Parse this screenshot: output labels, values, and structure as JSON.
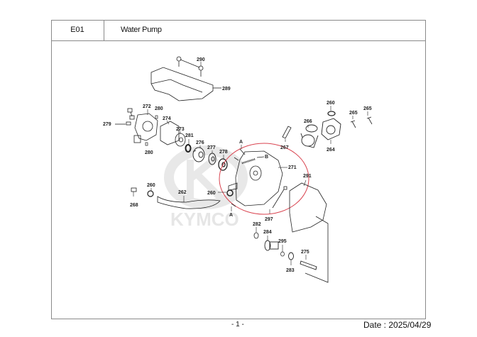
{
  "header": {
    "section_code": "E01",
    "title": "Water Pump"
  },
  "diagram": {
    "watermark_text": "KYMCO",
    "highlight_color": "#d9434f",
    "callouts": [
      {
        "id": "290",
        "label": "290"
      },
      {
        "id": "289",
        "label": "289"
      },
      {
        "id": "272",
        "label": "272"
      },
      {
        "id": "280a",
        "label": "280"
      },
      {
        "id": "274",
        "label": "274"
      },
      {
        "id": "279",
        "label": "279"
      },
      {
        "id": "280b",
        "label": "280"
      },
      {
        "id": "273",
        "label": "273"
      },
      {
        "id": "281",
        "label": "281"
      },
      {
        "id": "276",
        "label": "276"
      },
      {
        "id": "277",
        "label": "277"
      },
      {
        "id": "278",
        "label": "278"
      },
      {
        "id": "A1",
        "label": "A"
      },
      {
        "id": "B",
        "label": "B"
      },
      {
        "id": "271",
        "label": "271"
      },
      {
        "id": "291",
        "label": "291"
      },
      {
        "id": "267",
        "label": "267"
      },
      {
        "id": "266",
        "label": "266"
      },
      {
        "id": "260a",
        "label": "260"
      },
      {
        "id": "264",
        "label": "264"
      },
      {
        "id": "265a",
        "label": "265"
      },
      {
        "id": "265b",
        "label": "265"
      },
      {
        "id": "268",
        "label": "268"
      },
      {
        "id": "260b",
        "label": "260"
      },
      {
        "id": "262",
        "label": "262"
      },
      {
        "id": "260c",
        "label": "260"
      },
      {
        "id": "A2",
        "label": "A"
      },
      {
        "id": "297",
        "label": "297"
      },
      {
        "id": "282",
        "label": "282"
      },
      {
        "id": "284",
        "label": "284"
      },
      {
        "id": "295",
        "label": "295"
      },
      {
        "id": "283",
        "label": "283"
      },
      {
        "id": "275",
        "label": "275"
      }
    ]
  },
  "footer": {
    "page_number": "- 1 -",
    "date": "Date : 2025/04/29"
  }
}
